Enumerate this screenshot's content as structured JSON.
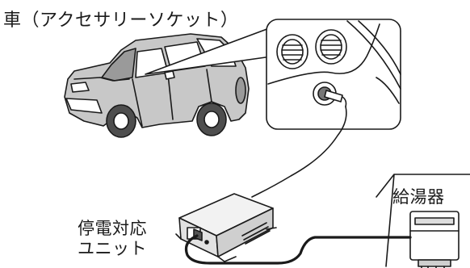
{
  "labels": {
    "car": "車（アクセサリーソケット）",
    "water_heater": "給湯器",
    "unit_line1": "停電対応",
    "unit_line2": "ユニット"
  },
  "colors": {
    "outline": "#1a1a1a",
    "car_fill": "#bdbdbd",
    "car_window": "#ffffff",
    "wheel": "#5a5a5a",
    "unit_fill": "#e6e6e6",
    "background": "#ffffff"
  }
}
